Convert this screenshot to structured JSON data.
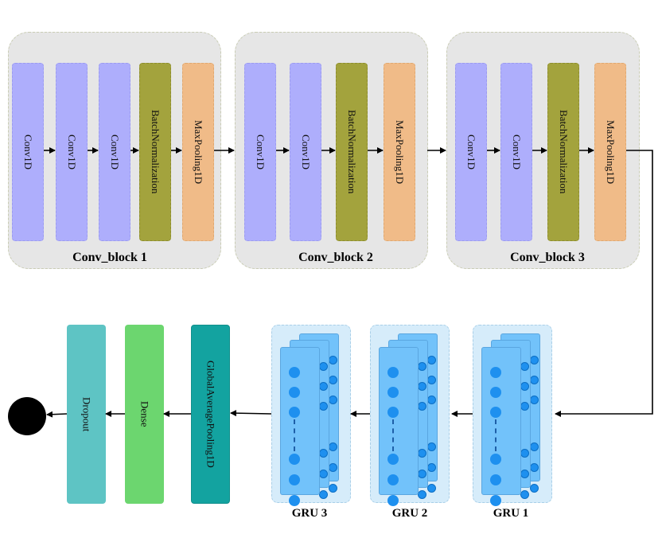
{
  "conv_blocks": [
    {
      "title": "Conv_block 1",
      "layers": [
        "Conv1D",
        "Conv1D",
        "Conv1D",
        "BatchNormalization",
        "MaxPooling1D"
      ]
    },
    {
      "title": "Conv_block 2",
      "layers": [
        "Conv1D",
        "Conv1D",
        "BatchNormalization",
        "MaxPooling1D"
      ]
    },
    {
      "title": "Conv_block 3",
      "layers": [
        "Conv1D",
        "Conv1D",
        "BatchNormalization",
        "MaxPooling1D"
      ]
    }
  ],
  "gru_blocks": [
    {
      "label": "GRU 1"
    },
    {
      "label": "GRU 2"
    },
    {
      "label": "GRU 3"
    }
  ],
  "head_layers": {
    "global_avg_pool": "GlobalAveragePooling1D",
    "dense": "Dense",
    "dropout": "Dropout"
  },
  "colors": {
    "conv": "#aeaefc",
    "batch_norm": "#a3a33d",
    "max_pool": "#f0bb88",
    "global_avg_pool": "#13a3a0",
    "dense": "#6cd66f",
    "dropout": "#5ec4c4",
    "gru_node": "#1e90ef",
    "output_node": "#000000"
  }
}
